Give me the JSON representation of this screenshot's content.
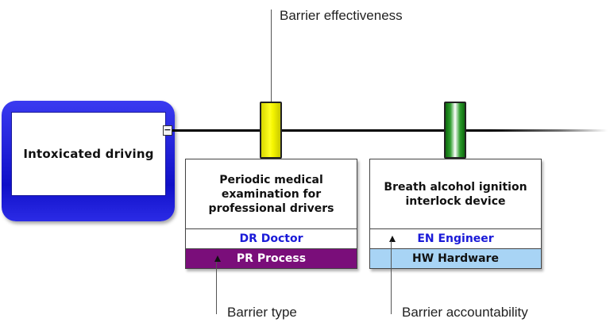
{
  "threat": {
    "label": "Intoxicated driving",
    "collapse_symbol": "−"
  },
  "callouts": {
    "effectiveness": "Barrier effectiveness",
    "type": "Barrier type",
    "accountability": "Barrier accountability"
  },
  "barriers": [
    {
      "title": "Periodic medical examination for professional drivers",
      "accountability": "DR Doctor",
      "type": "PR Process",
      "effectiveness_color": "#f6f600"
    },
    {
      "title": "Breath alcohol ignition interlock device",
      "accountability": "EN Engineer",
      "type": "HW Hardware",
      "effectiveness_color": "#1f8a1f"
    }
  ],
  "colors": {
    "threat_border": "#1a1ad0",
    "process_bg": "#7a0e7a",
    "hardware_bg": "#a8d4f5",
    "person_text": "#1a1ad8"
  }
}
